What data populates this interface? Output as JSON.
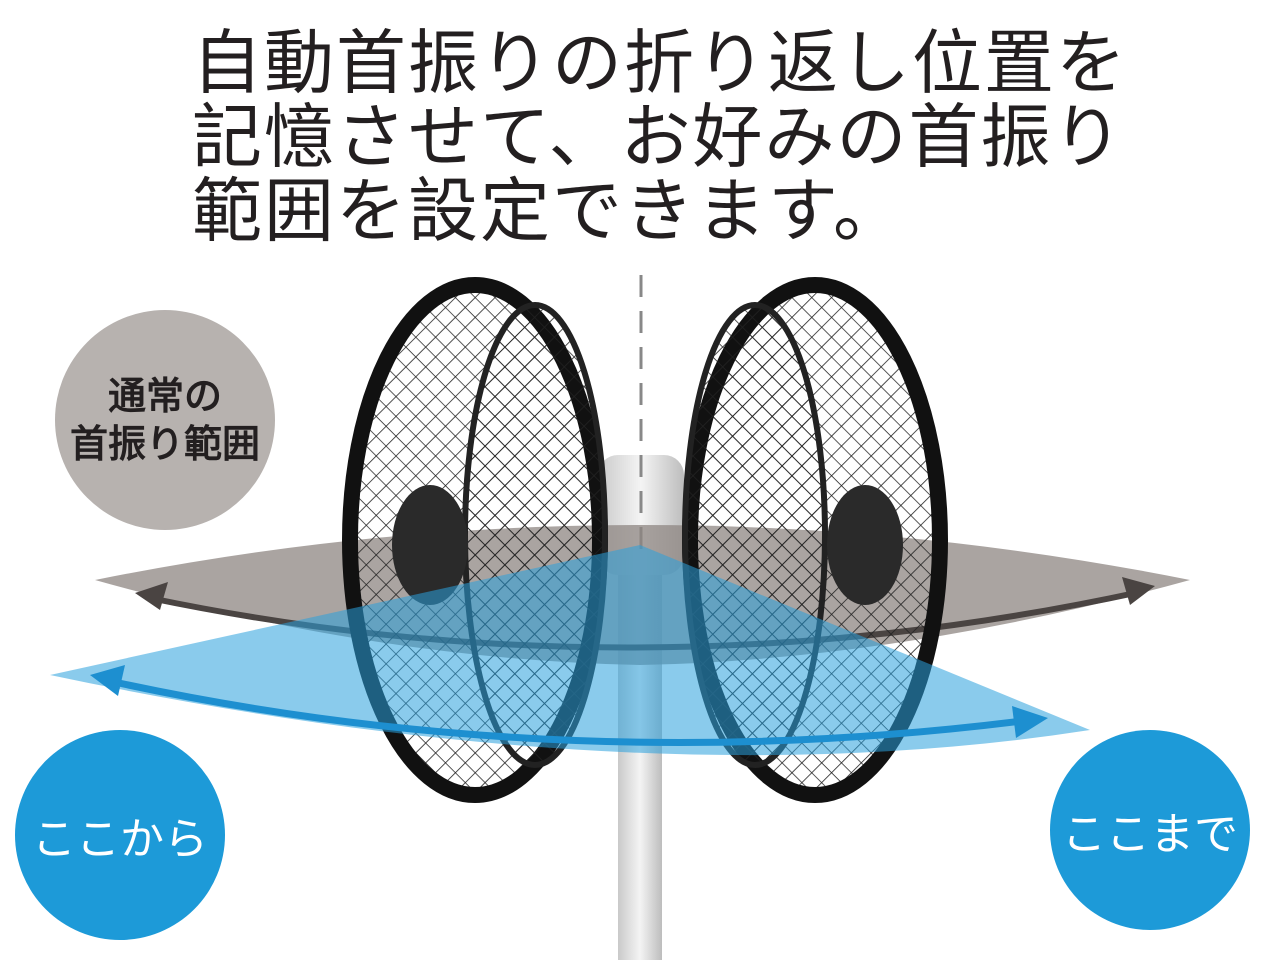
{
  "headline": {
    "lines": [
      "自動首振りの折り返し位置を",
      "記憶させて、お好みの首振り",
      "範囲を設定できます。"
    ]
  },
  "normal_range_label": {
    "line1": "通常の",
    "line2": "首振り範囲"
  },
  "start_label": "ここから",
  "end_label": "ここまで",
  "colors": {
    "accent_blue": "#1d9ad8",
    "normal_gray": "#b7b2af",
    "text": "#231f20"
  }
}
